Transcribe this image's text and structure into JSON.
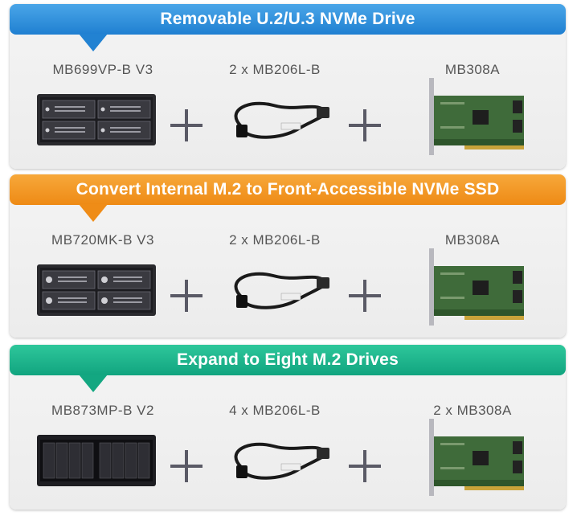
{
  "sections": [
    {
      "title": "Removable U.2/U.3 NVMe Drive",
      "color": "#2282d2",
      "items": [
        "MB699VP-B V3",
        "2 x MB206L-B",
        "MB308A"
      ]
    },
    {
      "title": "Convert Internal M.2 to Front-Accessible NVMe SSD",
      "color": "#ef8c17",
      "items": [
        "MB720MK-B V3",
        "2 x MB206L-B",
        "MB308A"
      ]
    },
    {
      "title": "Expand to Eight M.2 Drives",
      "color": "#13a781",
      "items": [
        "MB873MP-B V2",
        "4 x MB206L-B",
        "2 x MB308A"
      ]
    }
  ]
}
